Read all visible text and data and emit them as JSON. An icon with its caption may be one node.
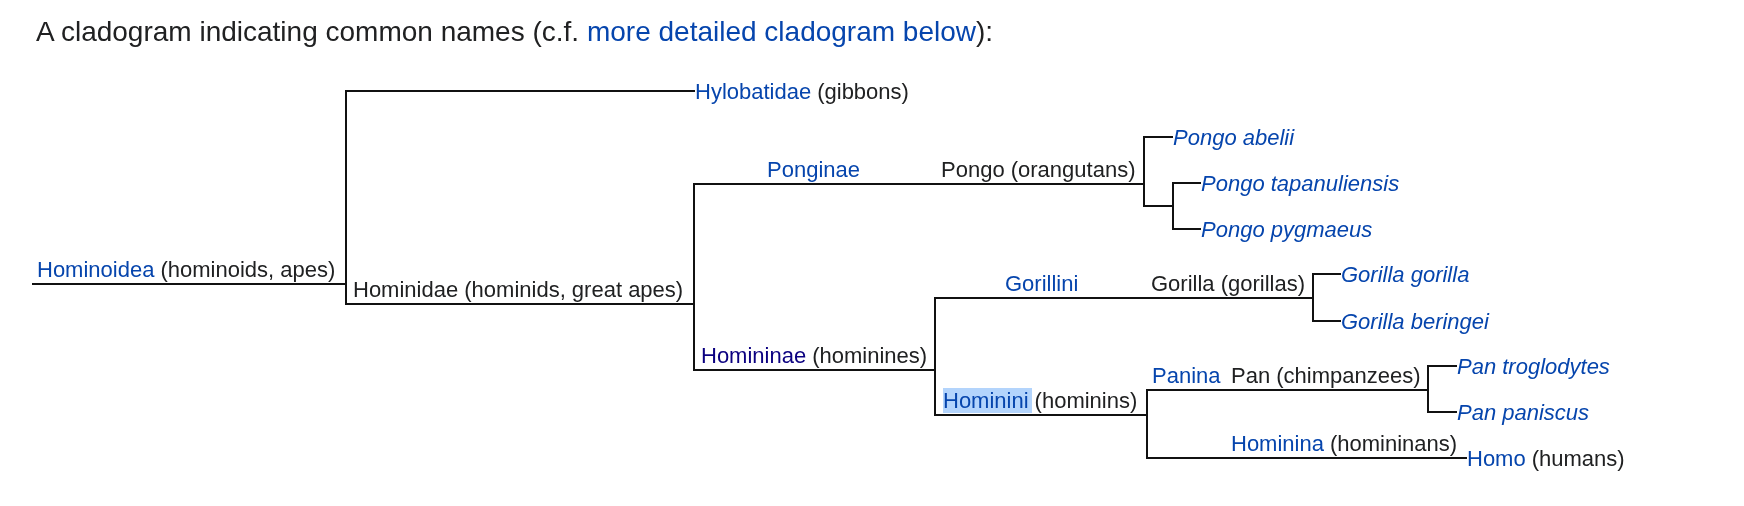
{
  "diagram": {
    "title": "A cladogram indicating common names (c.f. more detailed cladogram below):",
    "nodes": [
      {
        "text": [
          "Hominoidea",
          "(hominoids, apes)"
        ]
      },
      {
        "text": [
          "Hylobatidae",
          "(gibbons)"
        ]
      },
      {
        "text": [
          "Hominidae (hominids, great apes)"
        ]
      },
      {
        "text": [
          "Ponginae"
        ]
      },
      {
        "text": [
          "Pongo (orangutans)"
        ]
      },
      {
        "text": [
          "Pongo abelii"
        ]
      },
      {
        "text": [
          "Pongo tapanuliensis"
        ]
      },
      {
        "text": [
          "Pongo pygmaeus"
        ]
      },
      {
        "text": [
          "Homininae",
          "(hominines)"
        ]
      },
      {
        "text": [
          "Gorillini"
        ]
      },
      {
        "text": [
          "Gorilla (gorillas)"
        ]
      },
      {
        "text": [
          "Gorilla gorilla"
        ]
      },
      {
        "text": [
          "Gorilla beringei"
        ]
      },
      {
        "text": [
          "Hominini",
          "(hominins)"
        ]
      },
      {
        "text": [
          "Panina"
        ]
      },
      {
        "text": [
          "Pan (chimpanzees)"
        ]
      },
      {
        "text": [
          "Pan troglodytes"
        ]
      },
      {
        "text": [
          "Pan paniscus"
        ]
      },
      {
        "text": [
          "Hominina",
          "(homininans)"
        ]
      },
      {
        "text": [
          "Homo",
          "(humans)"
        ]
      }
    ],
    "edges": [
      {
        "from": null,
        "to": 0,
        "arrow": "none"
      },
      {
        "from": 0,
        "to": 1,
        "arrow": "none"
      },
      {
        "from": 0,
        "to": 2,
        "arrow": "none"
      },
      {
        "from": 2,
        "to": 3,
        "arrow": "none"
      },
      {
        "from": 3,
        "to": 4,
        "arrow": "none"
      },
      {
        "from": 4,
        "to": 5,
        "arrow": "none"
      },
      {
        "from": 4,
        "to": 6,
        "arrow": "none"
      },
      {
        "from": 4,
        "to": 7,
        "arrow": "none"
      },
      {
        "from": 2,
        "to": 8,
        "arrow": "none"
      },
      {
        "from": 8,
        "to": 9,
        "arrow": "none"
      },
      {
        "from": 9,
        "to": 10,
        "arrow": "none"
      },
      {
        "from": 10,
        "to": 11,
        "arrow": "none"
      },
      {
        "from": 10,
        "to": 12,
        "arrow": "none"
      },
      {
        "from": 8,
        "to": 13,
        "arrow": "none"
      },
      {
        "from": 13,
        "to": 14,
        "arrow": "none"
      },
      {
        "from": 14,
        "to": 15,
        "arrow": "none"
      },
      {
        "from": 15,
        "to": 16,
        "arrow": "none"
      },
      {
        "from": 15,
        "to": 17,
        "arrow": "none"
      },
      {
        "from": 13,
        "to": 18,
        "arrow": "none"
      },
      {
        "from": 18,
        "to": 19,
        "arrow": "none"
      }
    ]
  }
}
